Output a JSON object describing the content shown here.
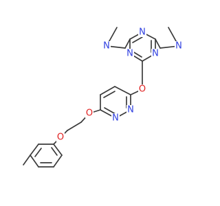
{
  "molecule": {
    "colors": {
      "bond": "#3a3a3a",
      "nitrogen": "#2f3fe0",
      "oxygen": "#e02020",
      "background": "#ffffff"
    },
    "atoms": {
      "n_amine_left": "N",
      "n_amine_right": "N",
      "n_triazine_top": "N",
      "n_triazine_left": "N",
      "n_triazine_right": "N",
      "o_aryl_ether": "O",
      "n_pyridazine_1": "N",
      "n_pyridazine_2": "N",
      "o_pyridazine_ether": "O",
      "o_phenyl_ether": "O"
    }
  }
}
